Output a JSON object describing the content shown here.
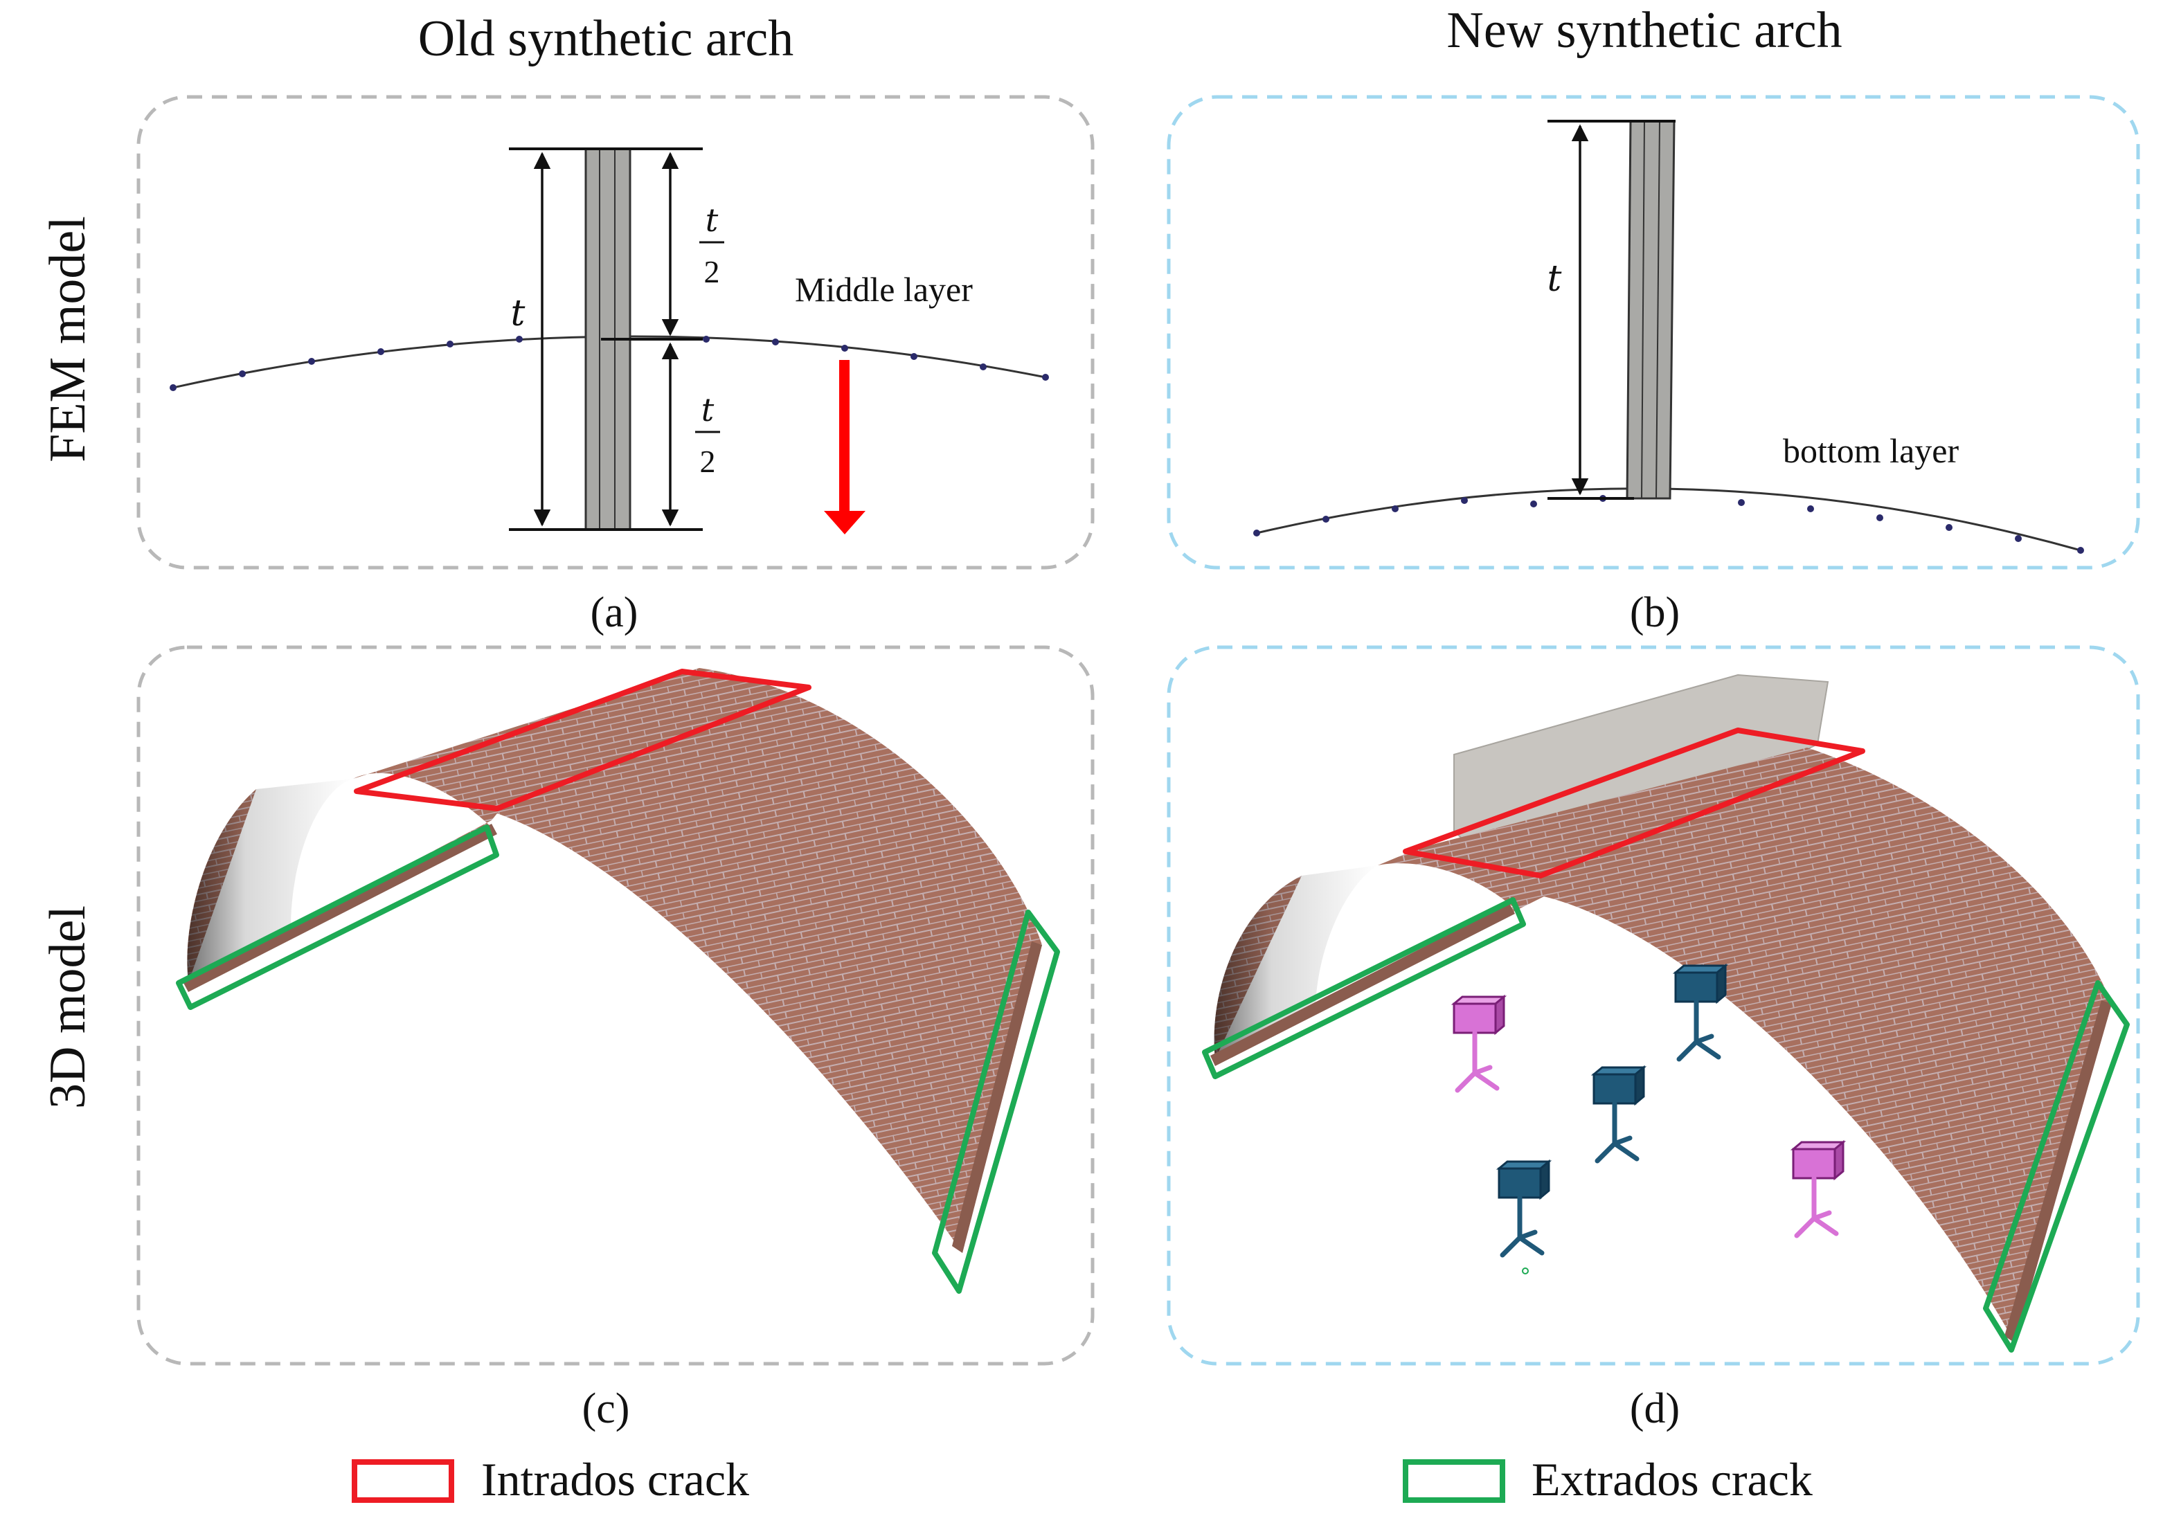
{
  "columns": {
    "left_title": "Old synthetic arch",
    "right_title": "New synthetic arch"
  },
  "rows": {
    "top_label": "FEM model",
    "bottom_label": "3D model"
  },
  "panels": {
    "a": {
      "caption": "(a)",
      "layer_label": "Middle layer",
      "thickness": "t",
      "half_num": "t",
      "half_den": "2"
    },
    "b": {
      "caption": "(b)",
      "layer_label": "bottom layer",
      "thickness": "t"
    },
    "c": {
      "caption": "(c)"
    },
    "d": {
      "caption": "(d)"
    }
  },
  "legend": {
    "intrados": "Intrados crack",
    "extrados": "Extrados crack"
  },
  "colors": {
    "old_border": "#b8b8b8",
    "new_border": "#9fd7ef",
    "intrados": "#ee1c24",
    "extrados": "#1daa54",
    "arrow": "#ff0000",
    "brick": "#a8705f",
    "column": "#a9a9a6",
    "camera_blue": "#1f5878",
    "camera_pink": "#d872d6"
  },
  "icons": {
    "load_arrow": "down-arrow-icon",
    "camera": "camera-tripod-icon"
  }
}
